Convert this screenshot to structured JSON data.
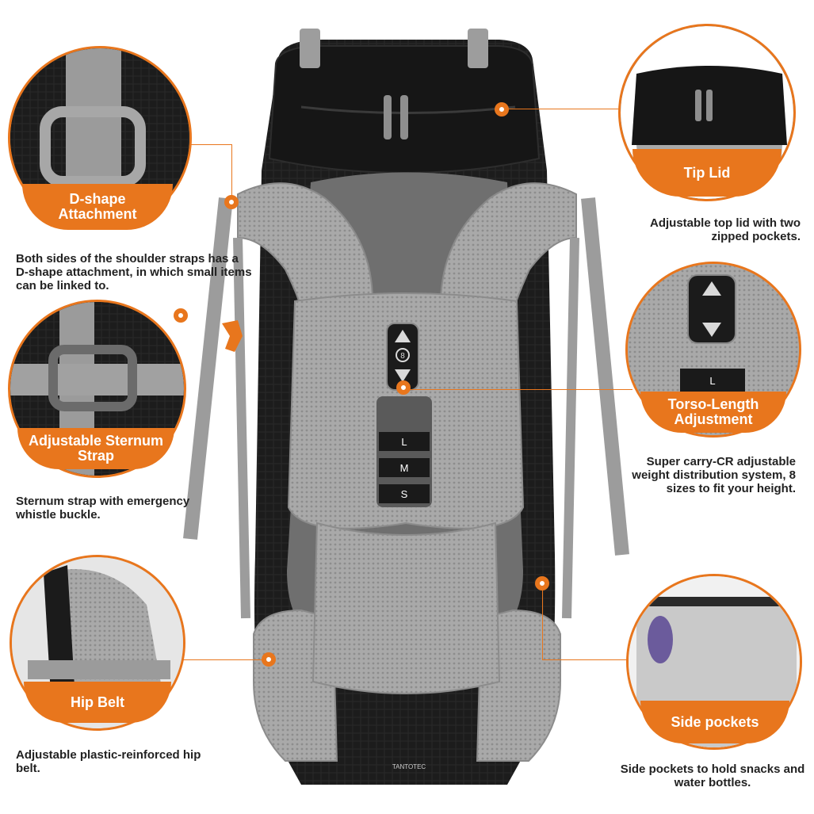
{
  "callouts": {
    "d_shape": {
      "title": "D-shape\nAttachment",
      "text": "Both sides of the shoulder straps has a D-shape attachment, in which small items can be linked to."
    },
    "sternum": {
      "title": "Adjustable Sternum\nStrap",
      "text": "Sternum strap with emergency whistle buckle."
    },
    "hip_belt": {
      "title": "Hip Belt",
      "text": "Adjustable plastic-reinforced hip belt."
    },
    "tip_lid": {
      "title": "Tip Lid",
      "text": "Adjustable top lid with two zipped pockets."
    },
    "torso": {
      "title": "Torso-Length\nAdjustment",
      "text": "Super carry-CR adjustable weight distribution system, 8 sizes to fit your height."
    },
    "side_pockets": {
      "title": "Side pockets",
      "text": "Side pockets to hold snacks and water bottles."
    }
  },
  "size_tabs": [
    "L",
    "M",
    "S"
  ],
  "detail_size_tab": "L",
  "torso_number": "8",
  "brand_mark": "TANTOTEC",
  "colors": {
    "accent": "#e8761d",
    "pack_black": "#1a1a1a",
    "mesh_gray": "#a6a6a6",
    "strap_gray": "#9a9a9a"
  }
}
